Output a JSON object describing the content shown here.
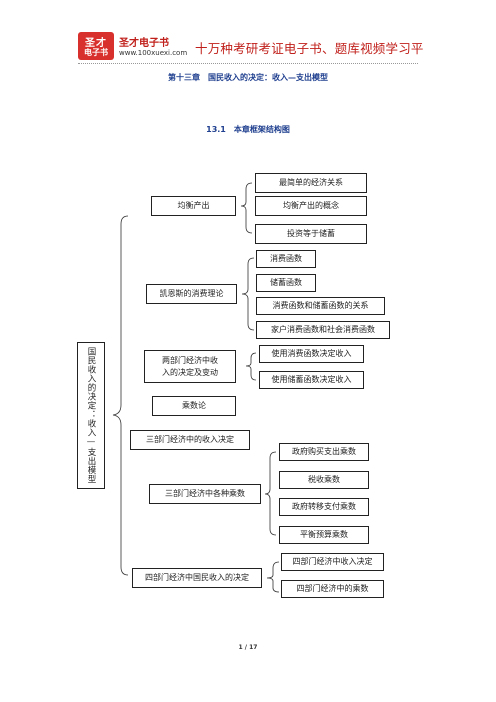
{
  "header": {
    "logo_line1": "圣才",
    "logo_line2": "电子书",
    "brand_name": "圣才电子书",
    "brand_url": "www.100xuexi.com",
    "slogan": "十万种考研考证电子书、题库视频学习平"
  },
  "chapter_title": "第十三章　国民收入的决定：收入—支出模型",
  "section_title": "13.1　本章框架结构图",
  "diagram": {
    "root": "国民收入的决定：收入—支出模型",
    "groups": [
      {
        "label": "均衡产出",
        "items": [
          "最简单的经济关系",
          "均衡产出的概念",
          "投资等于储蓄"
        ]
      },
      {
        "label": "凯恩斯的消费理论",
        "items": [
          "消费函数",
          "储蓄函数",
          "消费函数和储蓄函数的关系",
          "家户消费函数和社会消费函数"
        ]
      },
      {
        "label": "两部门经济中收入的决定及变动",
        "items": [
          "使用消费函数决定收入",
          "使用储蓄函数决定收入"
        ]
      },
      {
        "label": "乘数论",
        "items": []
      },
      {
        "label": "三部门经济中的收入决定",
        "items": []
      },
      {
        "label": "三部门经济中各种乘数",
        "items": [
          "政府购买支出乘数",
          "税收乘数",
          "政府转移支付乘数",
          "平衡预算乘数"
        ]
      },
      {
        "label": "四部门经济中国民收入的决定",
        "items": [
          "四部门经济中收入决定",
          "四部门经济中的乘数"
        ]
      }
    ]
  },
  "footer": {
    "page": "1 / 17"
  }
}
